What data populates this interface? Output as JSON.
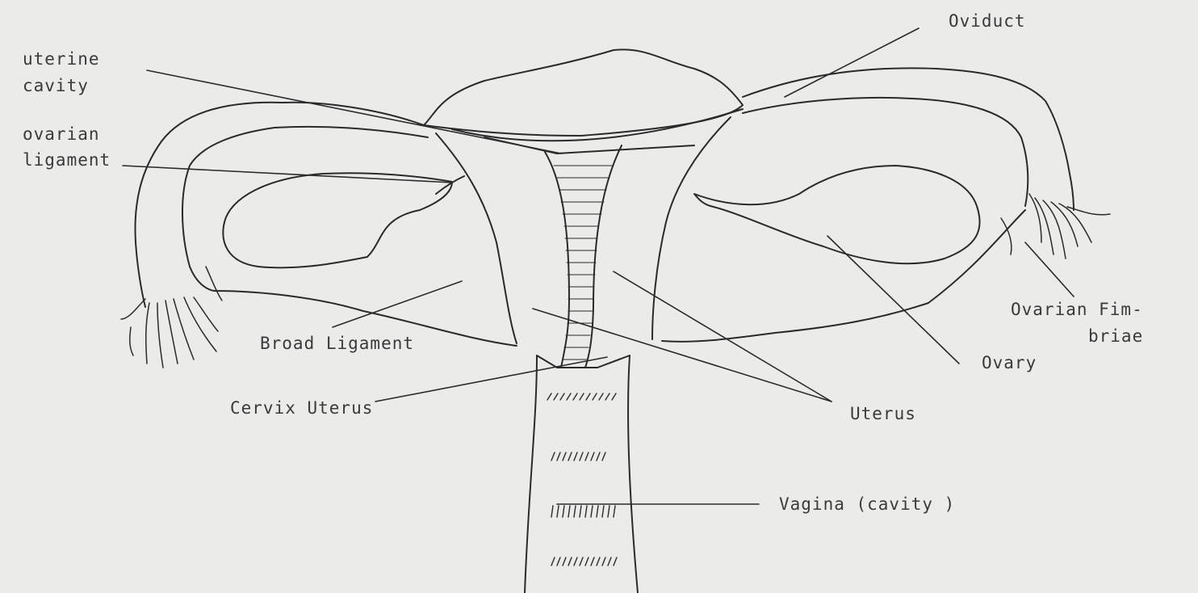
{
  "diagram": {
    "labels": {
      "oviduct": "Oviduct",
      "uterine_cavity_1": "uterine",
      "uterine_cavity_2": "cavity",
      "ovarian_ligament_1": "ovarian",
      "ovarian_ligament_2": "ligament",
      "ovarian_fimbriae_1": "Ovarian Fim-",
      "ovarian_fimbriae_2": "briae",
      "broad_ligament": "Broad Ligament",
      "ovary": "Ovary",
      "cervix_uterus": "Cervix Uterus",
      "uterus": "Uterus",
      "vagina": "Vagina (cavity )"
    }
  },
  "colors": {
    "paper": "#ebebea",
    "ink": "#2a2a2a",
    "type": "#3a3a3a"
  }
}
